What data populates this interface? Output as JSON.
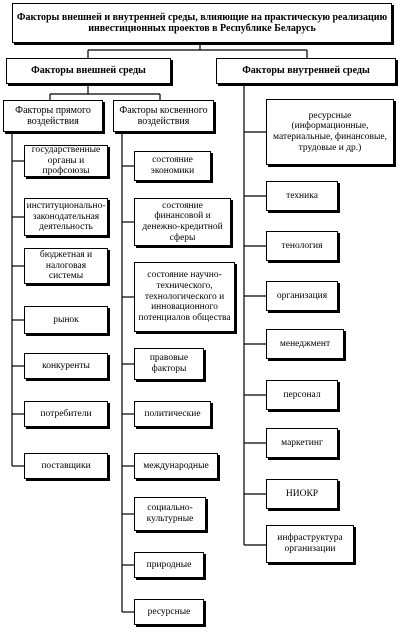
{
  "title": "Факторы внешней и внутренней среды, влияющие на практическую реализацию инвестиционных проектов в Республике Беларусь",
  "external": {
    "label": "Факторы внешней среды",
    "direct": {
      "label": "Факторы прямого воздействия",
      "items": [
        "государственные органы и профсоюзы",
        "институционально-законодательная деятельность",
        "бюджетная и налоговая системы",
        "рынок",
        "конкуренты",
        "потребители",
        "поставщики"
      ]
    },
    "indirect": {
      "label": "Факторы косвенного воздействия",
      "items": [
        "состояние экономики",
        "состояние финансовой и денежно-кредитной сферы",
        "состояние научно-технического, технологического и инновационного потенциалов общества",
        "правовые факторы",
        "политические",
        "международные",
        "социально-культурные",
        "природные",
        "ресурсные"
      ]
    }
  },
  "internal": {
    "label": "Факторы внутренней среды",
    "items": [
      "ресурсные (информационные, материальные, финансовые, трудовые и др.)",
      "техника",
      "тенология",
      "организация",
      "менеджмент",
      "персонал",
      "маркетинг",
      "НИОКР",
      "инфраструктура организации"
    ]
  }
}
